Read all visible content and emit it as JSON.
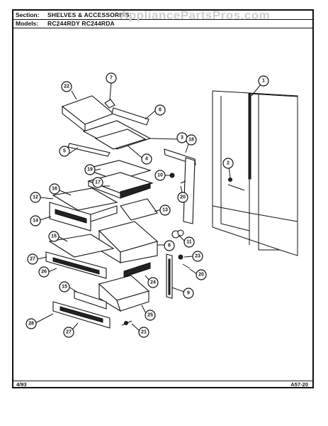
{
  "header": {
    "section_label": "Section:",
    "section_value": "SHELVES & ACCESSORIES",
    "models_label": "Models:",
    "models_value": "RC244RDY RC244RDA"
  },
  "watermark": "AppliancePartsPros.com",
  "footer": {
    "date": "4/93",
    "code": "A57-20"
  },
  "callouts": [
    {
      "id": "c22",
      "label": "22"
    },
    {
      "id": "c7",
      "label": "7"
    },
    {
      "id": "c6",
      "label": "6"
    },
    {
      "id": "c1",
      "label": "1"
    },
    {
      "id": "c3",
      "label": "3"
    },
    {
      "id": "c5",
      "label": "5"
    },
    {
      "id": "c4",
      "label": "4"
    },
    {
      "id": "c18",
      "label": "18"
    },
    {
      "id": "c2",
      "label": "2"
    },
    {
      "id": "c19",
      "label": "19"
    },
    {
      "id": "c10",
      "label": "10"
    },
    {
      "id": "c17",
      "label": "17"
    },
    {
      "id": "c20a",
      "label": "20"
    },
    {
      "id": "c12",
      "label": "12"
    },
    {
      "id": "c16",
      "label": "16"
    },
    {
      "id": "c13",
      "label": "13"
    },
    {
      "id": "c14",
      "label": "14"
    },
    {
      "id": "c11",
      "label": "11"
    },
    {
      "id": "c15a",
      "label": "15"
    },
    {
      "id": "c8",
      "label": "8"
    },
    {
      "id": "c27a",
      "label": "27"
    },
    {
      "id": "c23",
      "label": "23"
    },
    {
      "id": "c26",
      "label": "26"
    },
    {
      "id": "c20b",
      "label": "20"
    },
    {
      "id": "c24",
      "label": "24"
    },
    {
      "id": "c9",
      "label": "9"
    },
    {
      "id": "c15b",
      "label": "15"
    },
    {
      "id": "c25",
      "label": "25"
    },
    {
      "id": "c28",
      "label": "28"
    },
    {
      "id": "c27b",
      "label": "27"
    },
    {
      "id": "c21",
      "label": "21"
    }
  ]
}
